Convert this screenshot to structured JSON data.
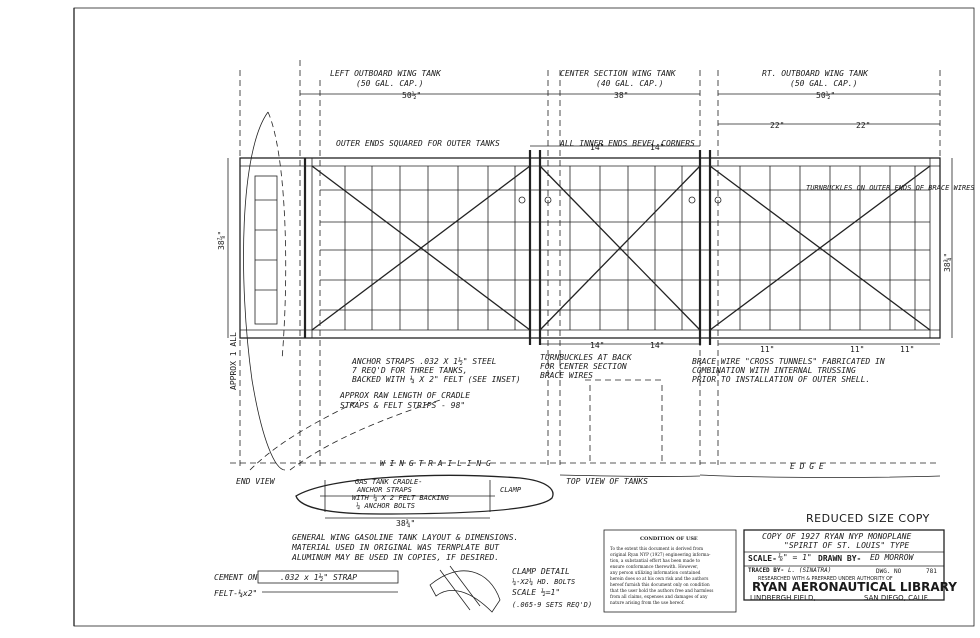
{
  "tanks": {
    "left": "LEFT OUTBOARD WING TANK",
    "left_cap": "(50 GAL. CAP.)",
    "center": "CENTER SECTION WING TANK",
    "center_cap": "(40 GAL. CAP.)",
    "right": "RT. OUTBOARD WING TANK",
    "right_cap": "(50 GAL. CAP.)"
  },
  "dims": {
    "d1": "50½\"",
    "d2": "38\"",
    "d3": "50½\"",
    "d4": "22\"",
    "d5": "22\"",
    "d6": "14\"",
    "d7": "14\"",
    "d8": "14\"",
    "d9": "14\"",
    "d10": "11\"",
    "d11": "11\"",
    "d12": "11\"",
    "d13": "38⅞\"",
    "d14": "38¾\"",
    "d15": "38⅞\"",
    "d16": "APPROX 1 ALL"
  },
  "notes": {
    "outer_ends": "OUTER ENDS SQUARED FOR OUTER TANKS",
    "inner_ends": "ALL INNER ENDS BEVEL CORNERS",
    "turnbuckles_outer": "TURNBUCKLES ON OUTER ENDS OF BRACE WIRES",
    "anchor_1": "ANCHOR STRAPS .032 X 1½\" STEEL",
    "anchor_2": "7 REQ'D FOR THREE TANKS,",
    "anchor_3": "BACKED WITH ¼ X 2\" FELT (SEE INSET)",
    "raw_length_1": "APPROX RAW LENGTH OF CRADLE",
    "raw_length_2": "STRAPS & FELT STRIPS - 98\"",
    "turnbuckles_back_1": "TURNBUCKLES AT BACK",
    "turnbuckles_back_2": "FOR CENTER SECTION",
    "turnbuckles_back_3": "BRACE WIRES",
    "brace_1": "BRACE WIRE \"CROSS TUNNELS\" FABRICATED IN",
    "brace_2": "COMBINATION WITH INTERNAL TRUSSING",
    "brace_3": "PRIOR TO INSTALLATION OF OUTER SHELL.",
    "wing_trailing": "W I N G   T R A I L I N G",
    "edge": "E D G E",
    "end_view": "END VIEW",
    "top_view": "TOP VIEW OF TANKS",
    "gas_cradle_1": "GAS TANK CRADLE-",
    "gas_cradle_2": "ANCHOR STRAPS",
    "gas_cradle_3": "WITH ¼ X 2 FELT BACKING",
    "clamp": "CLAMP",
    "anchor_bolts": "¼ ANCHOR BOLTS",
    "end_dim": "38¾\"",
    "general_1": "GENERAL WING GASOLINE TANK LAYOUT & DIMENSIONS.",
    "general_2": "MATERIAL USED IN ORIGINAL WAS TERNPLATE BUT",
    "general_3": "ALUMINUM MAY BE USED IN COPIES, IF DESIRED.",
    "cement_on": "CEMENT ON",
    "strap": ".032 x 1½\" STRAP",
    "felt": "FELT-¼x2\"",
    "clamp_detail": "CLAMP DETAIL",
    "clamp_bolts": "¼-X2¼ HD. BOLTS",
    "clamp_scale": "SCALE ½=1\"",
    "clamp_req": "(.065-9 SETS REQ'D)"
  },
  "reduced": "REDUCED SIZE COPY",
  "condition": {
    "title": "CONDITION OF USE",
    "lines": [
      "To the extent this document is derived from",
      "original Ryan NYP (1927) engineering informa-",
      "tion, a substantial effort has been made to",
      "ensure conformance therewith. However,",
      "any person utilizing information contained",
      "herein does so at his own risk and the authors",
      "hereof furnish this document only on condition",
      "that the user hold the authors free and harmless",
      "from all claims, expenses and damages of any",
      "nature arising from the use hereof."
    ]
  },
  "title_block": {
    "copy_1": "COPY OF 1927 RYAN NYP MONOPLANE",
    "copy_2": "\"SPIRIT OF ST. LOUIS\" TYPE",
    "scale_label": "SCALE-",
    "scale_value": "⅛\" = 1\"",
    "drawn_by_label": "DRAWN BY-",
    "drawn_by": "ED MORROW",
    "traced_label": "TRACED BY-",
    "traced": "L. (SINATRA)",
    "dwg_label": "DWG. NO",
    "dwg": "781",
    "researched": "RESEARCHED WITH & PREPARED UNDER AUTHORITY OF",
    "library": "RYAN AERONAUTICAL LIBRARY",
    "field": "LINDBERGH FIELD,",
    "city": "SAN DIEGO, CALIF."
  }
}
